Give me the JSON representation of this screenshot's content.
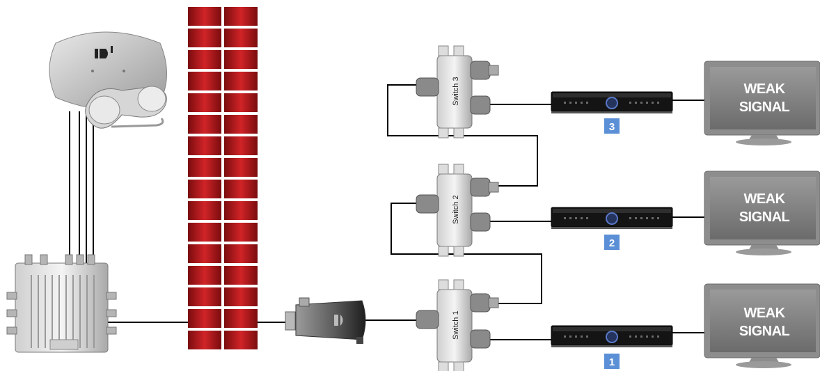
{
  "switches": [
    {
      "label": "Switch 3"
    },
    {
      "label": "Switch 2"
    },
    {
      "label": "Switch 1"
    }
  ],
  "receivers": [
    {
      "badge": "3"
    },
    {
      "badge": "2"
    },
    {
      "badge": "1"
    }
  ],
  "tvs": [
    {
      "line1": "WEAK",
      "line2": "SIGNAL"
    },
    {
      "line1": "WEAK",
      "line2": "SIGNAL"
    },
    {
      "line1": "WEAK",
      "line2": "SIGNAL"
    }
  ],
  "colors": {
    "brick": "#b3191c",
    "mortar": "#ffffff",
    "badge": "#5b8fd6",
    "tv_frame": "#8a8a8a",
    "tv_screen": "#7d7d7d",
    "cable": "#000000"
  }
}
